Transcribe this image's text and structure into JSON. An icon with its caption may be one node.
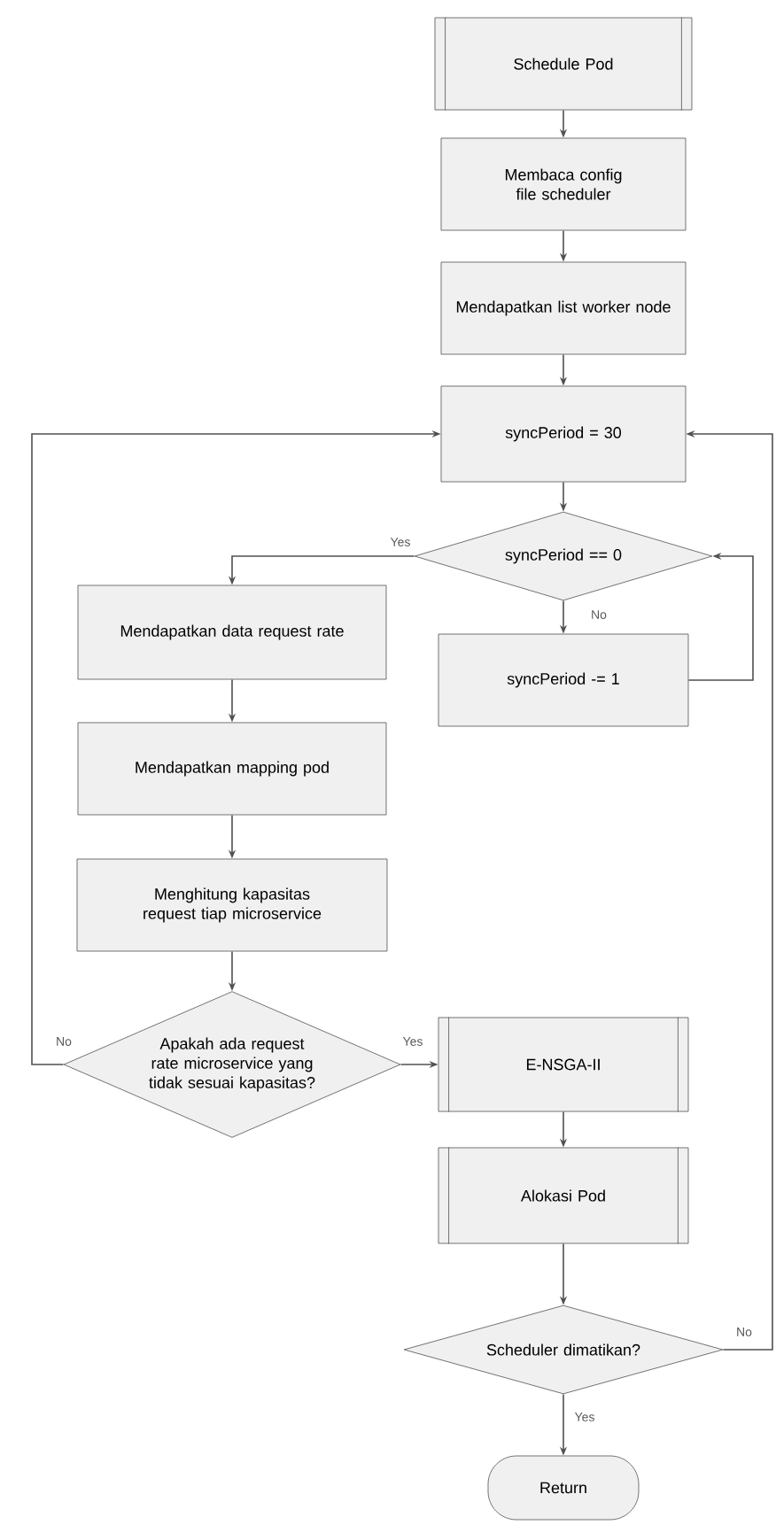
{
  "diagram": {
    "nodes": [
      {
        "text": [
          "Schedule Pod"
        ]
      },
      {
        "text": [
          "Membaca config file scheduler"
        ]
      },
      {
        "text": [
          "Mendapatkan list worker node"
        ]
      },
      {
        "text": [
          "syncPeriod = 30"
        ]
      },
      {
        "text": [
          "syncPeriod == 0"
        ]
      },
      {
        "text": [
          "Mendapatkan data request rate"
        ]
      },
      {
        "text": [
          "syncPeriod -= 1"
        ]
      },
      {
        "text": [
          "Mendapatkan mapping pod"
        ]
      },
      {
        "text": [
          "Menghitung kapasitas request tiap microservice"
        ]
      },
      {
        "text": [
          "Apakah ada request rate microservice yang tidak sesuai kapasitas?"
        ]
      },
      {
        "text": [
          "E-NSGA-II"
        ]
      },
      {
        "text": [
          "Alokasi Pod"
        ]
      },
      {
        "text": [
          "Scheduler dimatikan?"
        ]
      },
      {
        "text": [
          "Return"
        ]
      }
    ],
    "edges": [
      {
        "from": 0,
        "to": 1,
        "arrow": "to"
      },
      {
        "from": 1,
        "to": 2,
        "arrow": "to"
      },
      {
        "from": 2,
        "to": 3,
        "arrow": "to"
      },
      {
        "from": 3,
        "to": 4,
        "arrow": "to"
      },
      {
        "from": 4,
        "to": 5,
        "arrow": "to",
        "label": "Yes"
      },
      {
        "from": 4,
        "to": 6,
        "arrow": "to",
        "label": "No"
      },
      {
        "from": 6,
        "to": 4,
        "arrow": "to"
      },
      {
        "from": 5,
        "to": 7,
        "arrow": "to"
      },
      {
        "from": 7,
        "to": 8,
        "arrow": "to"
      },
      {
        "from": 8,
        "to": 9,
        "arrow": "to"
      },
      {
        "from": 9,
        "to": 3,
        "arrow": "to",
        "label": "No"
      },
      {
        "from": 9,
        "to": 10,
        "arrow": "to",
        "label": "Yes"
      },
      {
        "from": 10,
        "to": 11,
        "arrow": "to"
      },
      {
        "from": 11,
        "to": 12,
        "arrow": "to"
      },
      {
        "from": 12,
        "to": 3,
        "arrow": "to",
        "label": "No"
      },
      {
        "from": 12,
        "to": 13,
        "arrow": "to",
        "label": "Yes"
      }
    ]
  }
}
